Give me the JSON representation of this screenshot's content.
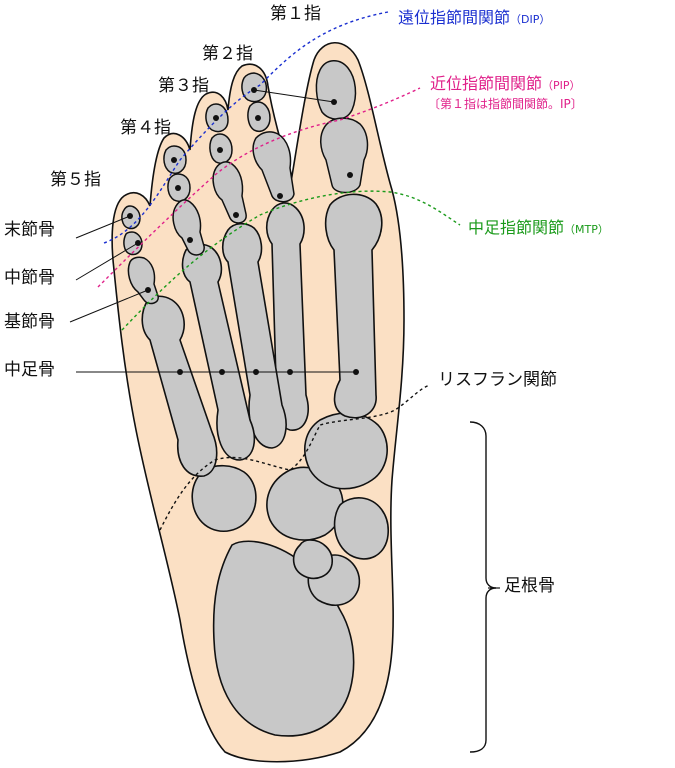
{
  "toes": {
    "t1": "第１指",
    "t2": "第２指",
    "t3": "第３指",
    "t4": "第４指",
    "t5": "第５指"
  },
  "joints": {
    "dip_main": "遠位指節間関節",
    "dip_abbr": "（DIP）",
    "pip_main": "近位指節間関節",
    "pip_abbr": "（PIP）",
    "pip_note": "〔第１指は指節間関節。IP〕",
    "mtp_main": "中足指節関節",
    "mtp_abbr": "（MTP）",
    "lisfranc": "リスフラン関節"
  },
  "bones": {
    "distal": "末節骨",
    "middle": "中節骨",
    "proximal": "基節骨",
    "metatarsal": "中足骨",
    "tarsal": "足根骨"
  },
  "colors": {
    "skin": "#fbe0c4",
    "bone": "#c8c8c8",
    "dip": "#1a2fd0",
    "pip": "#e0208a",
    "mtp": "#1a9a1a"
  }
}
